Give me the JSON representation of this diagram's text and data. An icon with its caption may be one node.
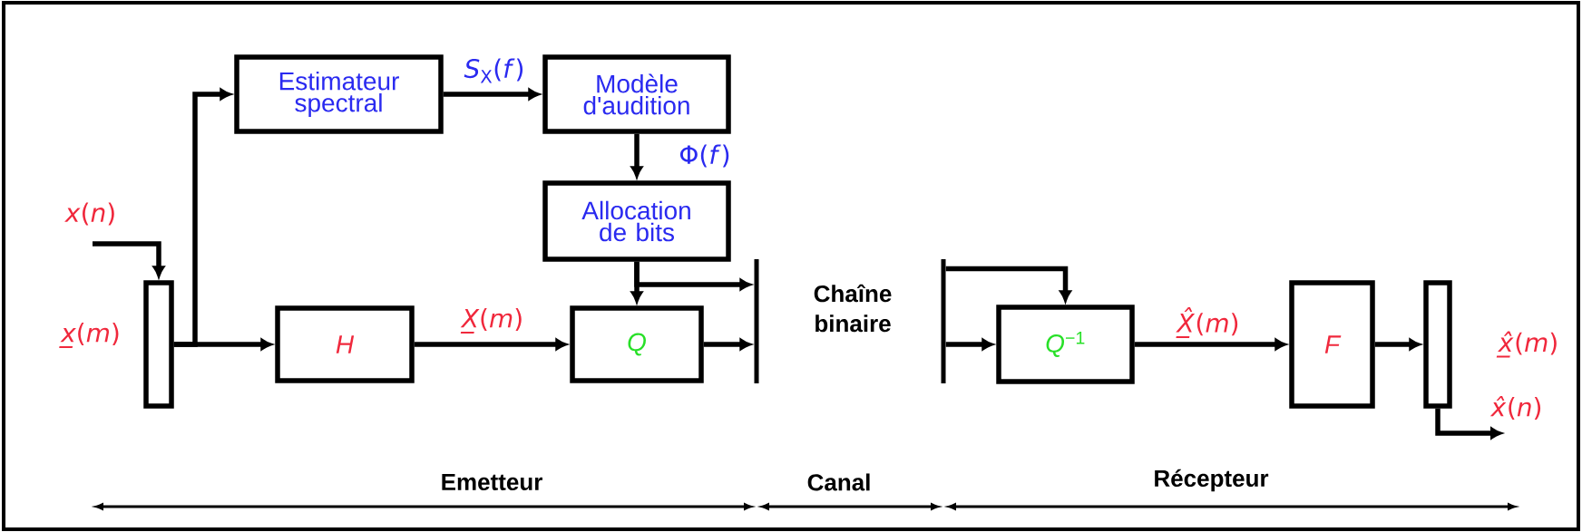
{
  "diagram": {
    "nodes": [
      {
        "text": [
          "Estimateur spectral"
        ]
      },
      {
        "text": [
          "Modèle d'audition"
        ]
      },
      {
        "text": [
          "Allocation de bits"
        ]
      },
      {
        "text": [],
        "shape": "box",
        "beside": [
          "*x̲*(*m*)"
        ]
      },
      {
        "text": [
          "H"
        ]
      },
      {
        "text": [
          "Q"
        ]
      },
      {
        "text": [],
        "shape": "bar"
      },
      {
        "text": [],
        "shape": "bar"
      },
      {
        "text": [
          "*Q*$^{−1}$"
        ]
      },
      {
        "text": [
          "F"
        ]
      },
      {
        "text": [],
        "shape": "box",
        "beside": [
          "*x̲̂*(*m*)"
        ]
      }
    ],
    "edges": [
      {
        "from": null,
        "to": 3,
        "arrow": "to",
        "label": "*x*(*n*)"
      },
      {
        "from": 3,
        "to": 0,
        "arrow": "to"
      },
      {
        "from": 3,
        "to": 4,
        "arrow": "to"
      },
      {
        "from": 0,
        "to": 1,
        "arrow": "to",
        "label": "*S*$_{X}$(*f*)"
      },
      {
        "from": 1,
        "to": 2,
        "arrow": "to",
        "label": "Φ(*f*)"
      },
      {
        "from": 2,
        "to": 5,
        "arrow": "to"
      },
      {
        "from": 2,
        "to": 6,
        "arrow": "to"
      },
      {
        "from": 4,
        "to": 5,
        "arrow": "to",
        "label": "*X̲*(*m*)"
      },
      {
        "from": 5,
        "to": 6,
        "arrow": "to"
      },
      {
        "from": 7,
        "to": 8,
        "arrow": "to"
      },
      {
        "from": 7,
        "to": 8,
        "arrow": "to"
      },
      {
        "from": 8,
        "to": 9,
        "arrow": "to",
        "label": "*X̲̂*(*m*)"
      },
      {
        "from": 9,
        "to": 10,
        "arrow": "to"
      },
      {
        "from": 10,
        "to": null,
        "arrow": "to",
        "label": "*x̂*(*n*)"
      }
    ],
    "labels": [
      "Chaîne binaire",
      "Emetteur",
      "Canal",
      "Récepteur"
    ]
  }
}
